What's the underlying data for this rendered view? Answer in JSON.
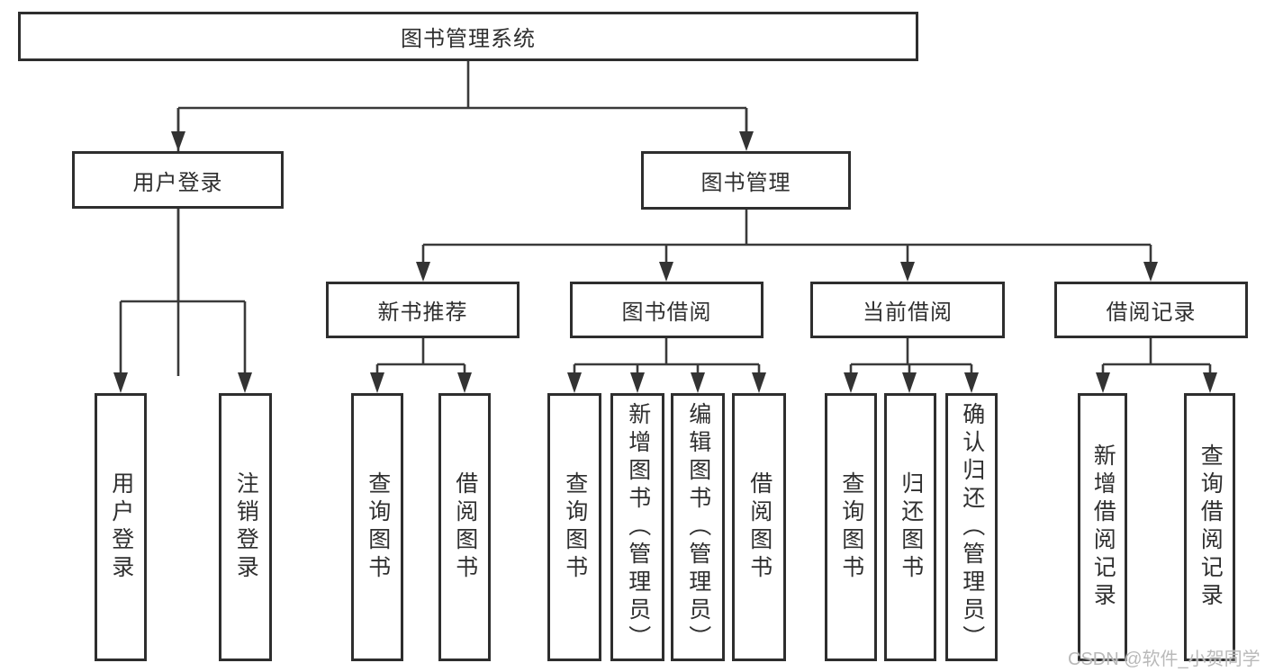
{
  "diagram": {
    "root": {
      "label": "图书管理系统"
    },
    "level2": [
      {
        "label": "用户登录"
      },
      {
        "label": "图书管理"
      }
    ],
    "level3": [
      {
        "label": "新书推荐"
      },
      {
        "label": "图书借阅"
      },
      {
        "label": "当前借阅"
      },
      {
        "label": "借阅记录"
      }
    ],
    "leaves": {
      "login": [
        {
          "label": "用户登录"
        },
        {
          "label": "注销登录"
        }
      ],
      "recommend": [
        {
          "label": "查询图书"
        },
        {
          "label": "借阅图书"
        }
      ],
      "borrow": [
        {
          "label": "查询图书"
        },
        {
          "label": "新增图书（管理员）"
        },
        {
          "label": "编辑图书（管理员）"
        },
        {
          "label": "借阅图书"
        }
      ],
      "current": [
        {
          "label": "查询图书"
        },
        {
          "label": "归还图书"
        },
        {
          "label": "确认归还（管理员）"
        }
      ],
      "records": [
        {
          "label": "新增借阅记录"
        },
        {
          "label": "查询借阅记录"
        }
      ]
    }
  },
  "watermark": {
    "text": "CSDN @软件_小贺同学"
  },
  "colors": {
    "background": "#ffffff",
    "line": "#3a3a3a",
    "box_border": "#2e2e2e",
    "text": "#2f2f2f",
    "watermark": "#b9b9b9"
  }
}
